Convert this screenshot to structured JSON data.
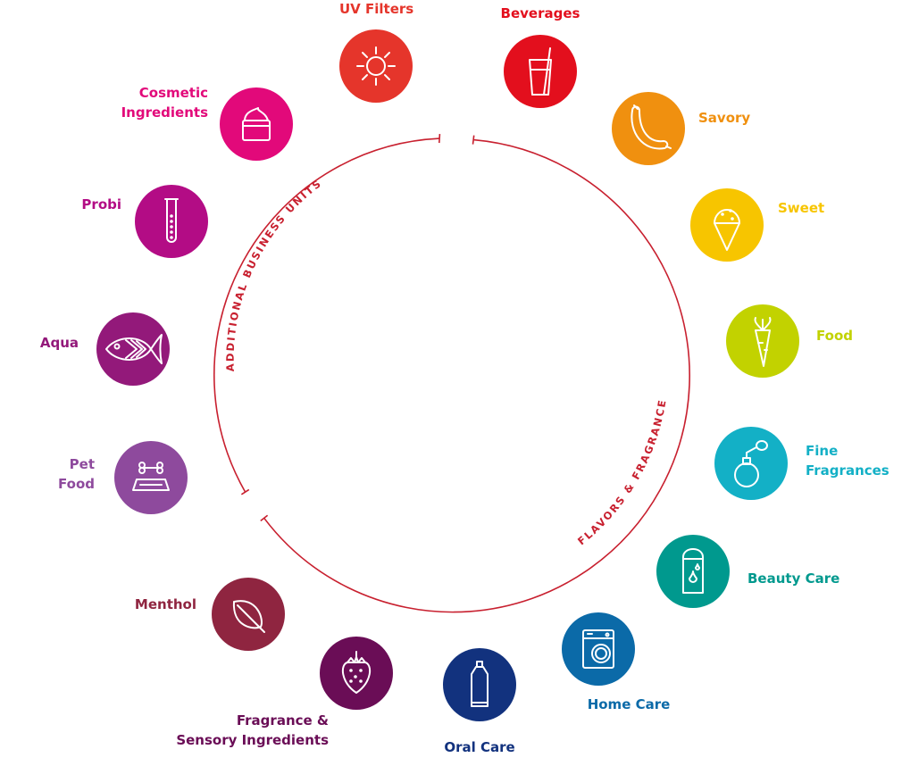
{
  "ring": {
    "arc_labels": {
      "additional": "ADDITIONAL BUSINESS UNITS",
      "flavors": "FLAVORS & FRAGRANCES"
    },
    "color": "#c8202f"
  },
  "segments": [
    {
      "id": "uv-filters",
      "icon": "sun-icon",
      "color": "#e5352b",
      "lines": [
        "UV Filters"
      ]
    },
    {
      "id": "beverages",
      "icon": "drink-glass-icon",
      "color": "#e30f1d",
      "lines": [
        "Beverages"
      ]
    },
    {
      "id": "savory",
      "icon": "sausage-icon",
      "color": "#f0900f",
      "lines": [
        "Savory"
      ]
    },
    {
      "id": "sweet",
      "icon": "ice-cream-icon",
      "color": "#f7c500",
      "lines": [
        "Sweet"
      ]
    },
    {
      "id": "food",
      "icon": "carrot-icon",
      "color": "#c2d200",
      "lines": [
        "Food"
      ]
    },
    {
      "id": "fine-fragrances",
      "icon": "perfume-bottle-icon",
      "color": "#13b0c6",
      "lines": [
        "Fine",
        "Fragrances"
      ]
    },
    {
      "id": "beauty-care",
      "icon": "lotion-bottle-icon",
      "color": "#00998e",
      "lines": [
        "Beauty Care"
      ]
    },
    {
      "id": "home-care",
      "icon": "washing-machine-icon",
      "color": "#0b6aa8",
      "lines": [
        "Home Care"
      ]
    },
    {
      "id": "oral-care",
      "icon": "toothpaste-tube-icon",
      "color": "#12327e",
      "lines": [
        "Oral Care"
      ]
    },
    {
      "id": "fragrance-sensory",
      "icon": "strawberry-icon",
      "color": "#6a0d56",
      "lines": [
        "Fragrance &",
        "Sensory Ingredients"
      ]
    },
    {
      "id": "menthol",
      "icon": "leaf-icon",
      "color": "#8f2540",
      "lines": [
        "Menthol"
      ]
    },
    {
      "id": "pet-food",
      "icon": "pet-bowl-icon",
      "color": "#8e4a9d",
      "lines": [
        "Pet",
        "Food"
      ]
    },
    {
      "id": "aqua",
      "icon": "fish-icon",
      "color": "#93197a",
      "lines": [
        "Aqua"
      ]
    },
    {
      "id": "probi",
      "icon": "test-tube-icon",
      "color": "#b30c85",
      "lines": [
        "Probi"
      ]
    },
    {
      "id": "cosmetic-ingredients",
      "icon": "cream-jar-icon",
      "color": "#e2097a",
      "lines": [
        "Cosmetic",
        "Ingredients"
      ]
    }
  ]
}
